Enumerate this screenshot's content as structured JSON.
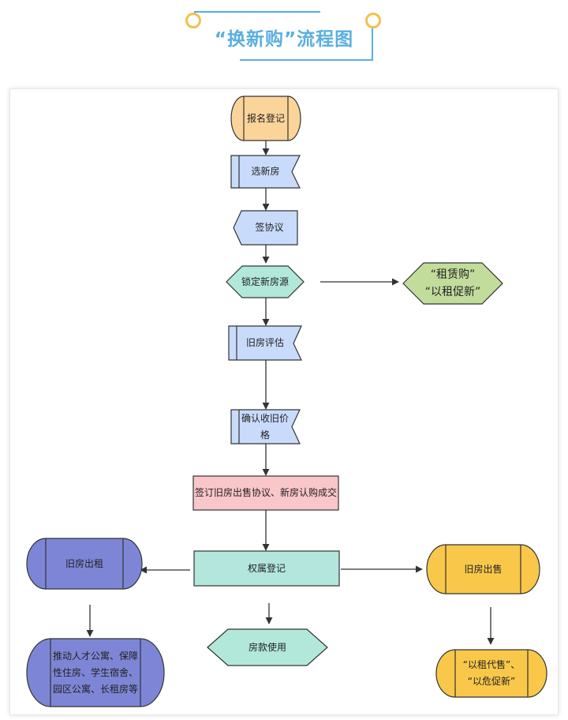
{
  "header": {
    "title": "“换新购”流程图"
  },
  "diagram": {
    "node_register": "报名登记",
    "node_select": "选新房",
    "node_sign": "签协议",
    "node_lock": "锁定新房源",
    "node_rent_buy_1": "“租赁购”",
    "node_rent_buy_2": "“以租促新”",
    "node_assess": "旧房评估",
    "node_confirm": "确认收旧价格",
    "node_contract": "签订旧房出售协议、新房认购成交",
    "node_title": "权属登记",
    "node_old_rent": "旧房出租",
    "node_old_sell": "旧房出售",
    "node_payment": "房款使用",
    "node_rent_use": "推动人才公寓、保障性住房、学生宿舍、园区公寓、长租房等",
    "node_sell_1": "“以租代售”、",
    "node_sell_2": "“以危促新”"
  },
  "colors": {
    "title": "#5AAEE0",
    "accent_circle": "#F2C14E",
    "orange": "#FBD49A",
    "blue": "#C9DBFB",
    "teal": "#B2E8DA",
    "green": "#C2DC9C",
    "pink": "#F9C6CA",
    "mint": "#B3E7DE",
    "purple": "#7D86D6",
    "yellow": "#F9C84A",
    "stroke": "#333333"
  }
}
